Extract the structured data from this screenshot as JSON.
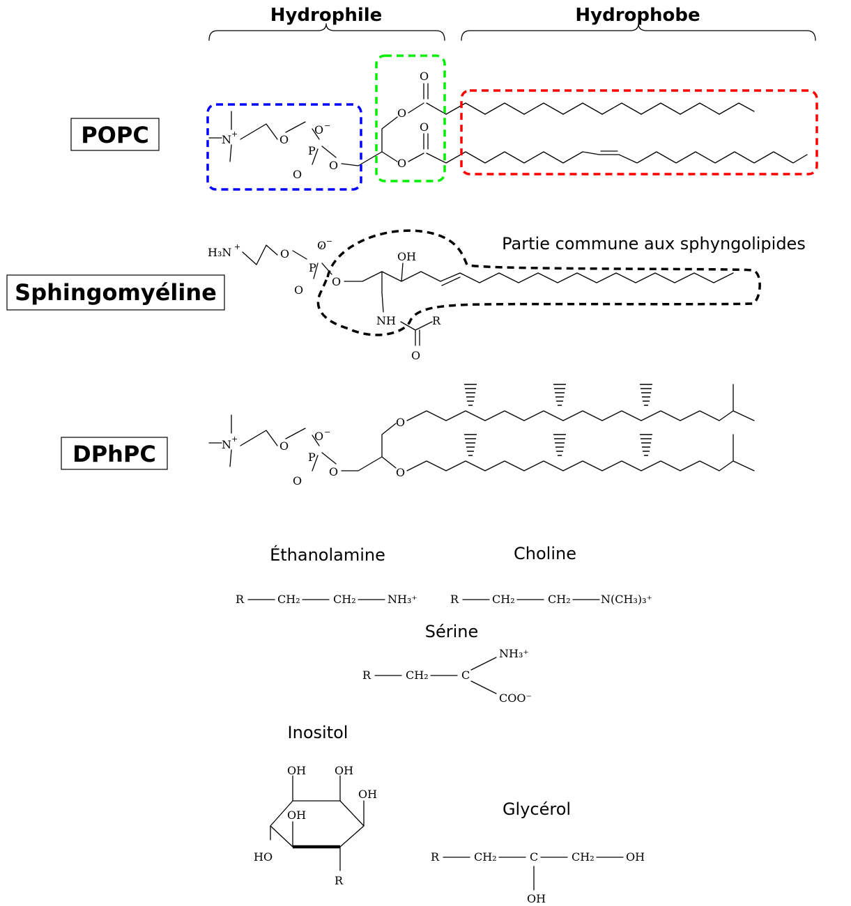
{
  "regions": {
    "hydrophile": "Hydrophile",
    "hydrophobe": "Hydrophobe"
  },
  "lipids": {
    "popc": "POPC",
    "sphingomyeline": "Sphingomyéline",
    "dphpc": "DPhPC"
  },
  "annotation": {
    "sphingo_common": "Partie commune aux sphyngolipides"
  },
  "box_colors": {
    "head_group": "#0000ff",
    "glycerol": "#00ee00",
    "chains": "#ff0000",
    "sphingo": "#000000"
  },
  "atoms": {
    "N": "N",
    "plus": "+",
    "minus": "−",
    "O": "O",
    "P": "P",
    "OH": "OH",
    "NH": "NH",
    "R": "R",
    "H3N": "H₃N",
    "HO": "HO"
  },
  "groups": {
    "ethanolamine": {
      "name": "Éthanolamine",
      "formula": [
        "R",
        "CH₂",
        "CH₂",
        "NH₃⁺"
      ]
    },
    "choline": {
      "name": "Choline",
      "formula": [
        "R",
        "CH₂",
        "CH₂",
        "N(CH₃)₃⁺"
      ]
    },
    "serine": {
      "name": "Sérine",
      "formula": [
        "R",
        "CH₂",
        "C",
        "NH₃⁺",
        "COO⁻"
      ]
    },
    "inositol": {
      "name": "Inositol"
    },
    "glycerol": {
      "name": "Glycérol",
      "formula": [
        "R",
        "CH₂",
        "C",
        "CH₂",
        "OH",
        "OH"
      ]
    }
  }
}
